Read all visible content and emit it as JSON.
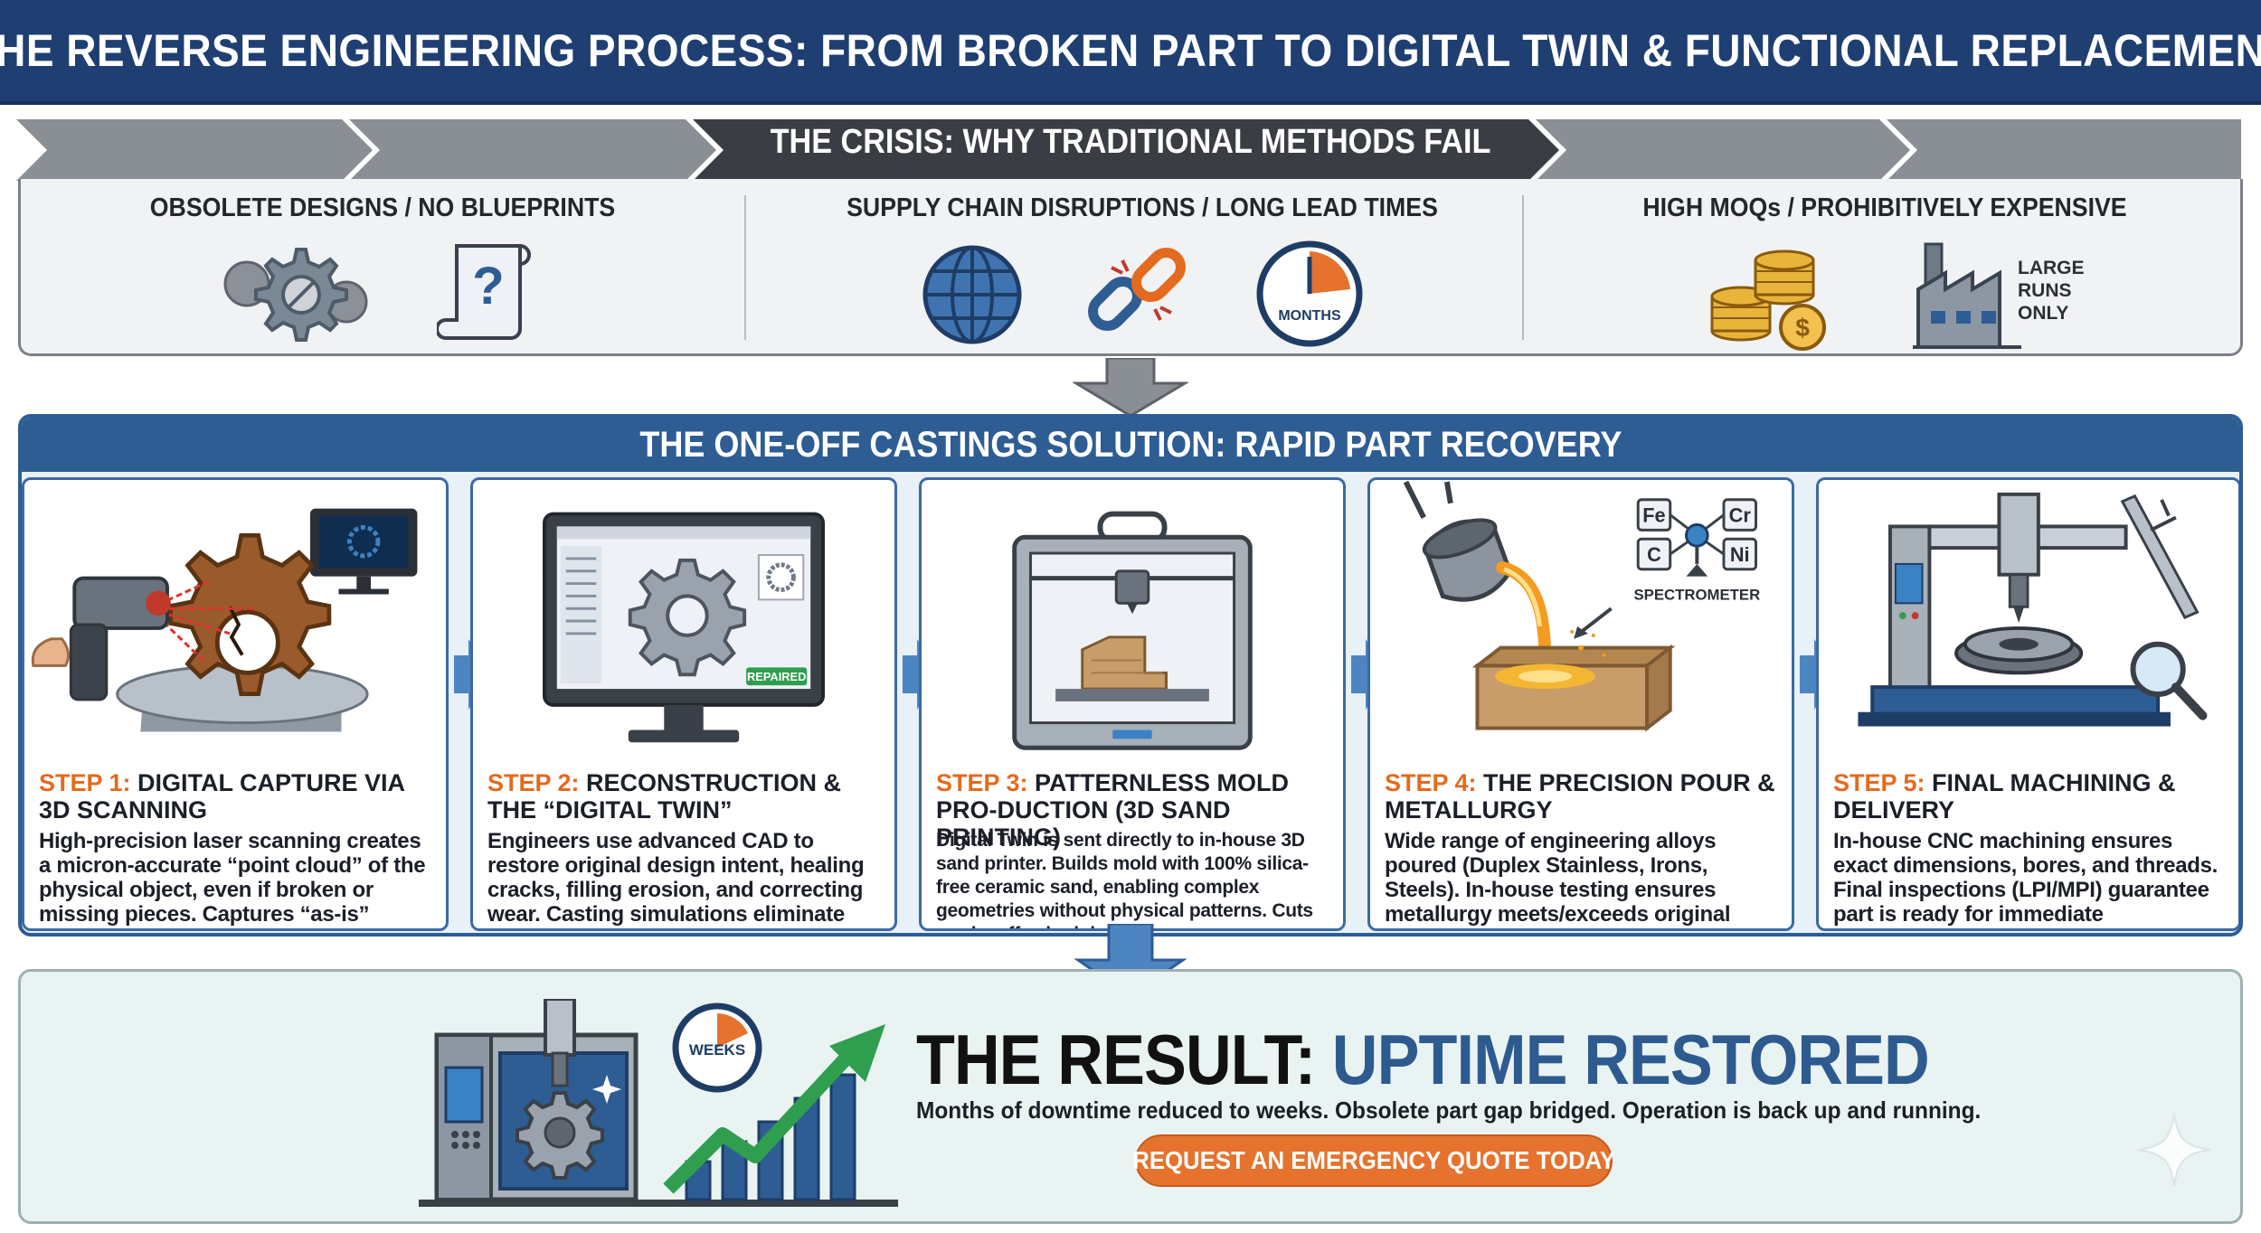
{
  "header": {
    "title": "THE REVERSE ENGINEERING PROCESS: FROM BROKEN PART TO DIGITAL TWIN & FUNCTIONAL REPLACEMENT"
  },
  "crisis": {
    "title": "THE CRISIS: WHY TRADITIONAL METHODS FAIL",
    "columns": [
      {
        "heading": "OBSOLETE DESIGNS / NO BLUEPRINTS",
        "icons": [
          "gears-icon",
          "question-scroll-icon"
        ]
      },
      {
        "heading": "SUPPLY CHAIN DISRUPTIONS / LONG LEAD TIMES",
        "icons": [
          "globe-icon",
          "broken-chain-icon",
          "clock-icon"
        ],
        "clock_label": "MONTHS"
      },
      {
        "heading": "HIGH MOQs / PROHIBITIVELY EXPENSIVE",
        "icons": [
          "coin-stack-icon",
          "factory-icon"
        ],
        "factory_label": [
          "LARGE",
          "RUNS",
          "ONLY"
        ]
      }
    ]
  },
  "solution": {
    "title": "THE ONE-OFF CASTINGS SOLUTION: RAPID PART RECOVERY",
    "steps": [
      {
        "num": "STEP 1:",
        "title": " DIGITAL CAPTURE VIA 3D SCANNING",
        "desc": "High-precision laser scanning creates a micron-accurate “point cloud” of the physical object, even if broken or missing pieces. Captures “as-is” condition.",
        "icon": "laser-scanner-icon"
      },
      {
        "num": "STEP 2:",
        "title": " RECONSTRUCTION & THE “DIGITAL TWIN”",
        "desc": "Engineers use advanced CAD to restore original design intent, healing cracks, filling erosion, and correcting wear. Casting simulations eliminate defects.",
        "icon": "cad-monitor-icon",
        "badge": "REPAIRED"
      },
      {
        "num": "STEP 3:",
        "title": " PATTERNLESS MOLD PRO-DUCTION (3D SAND PRINTING)",
        "desc": "Digital Twin is sent directly to in-house 3D sand printer. Builds mold with 100% silica-free ceramic sand, enabling complex geometries without physical patterns. Cuts weeks off schedule.",
        "icon": "3d-printer-icon"
      },
      {
        "num": "STEP 4:",
        "title": " THE PRECISION POUR & METALLURGY",
        "desc": "Wide range of engineering alloys poured (Duplex Stainless, Irons, Steels). In-house testing ensures metallurgy meets/exceeds original specs. Superior surface finish.",
        "icon": "ladle-pour-icon",
        "elements": [
          "Fe",
          "Cr",
          "C",
          "Ni"
        ],
        "spectrometer_label": "SPECTROMETER"
      },
      {
        "num": "STEP 5:",
        "title": " FINAL MACHINING & DELIVERY",
        "desc": "In-house CNC machining ensures exact dimensions, bores, and threads. Final inspections (LPI/MPI) guarantee part is ready for immediate installation.",
        "icon": "cnc-mill-icon"
      }
    ]
  },
  "result": {
    "title_prefix": "THE RESULT: ",
    "title_highlight": "UPTIME RESTORED",
    "subtitle": "Months of downtime reduced to weeks. Obsolete part gap bridged. Operation is back up and running.",
    "cta": "REQUEST AN EMERGENCY QUOTE TODAY",
    "clock_label": "WEEKS"
  },
  "colors": {
    "navy": "#1f3f72",
    "blue": "#2e5d94",
    "orange": "#e5732e",
    "step_number": "#e36a1e",
    "grey": "#6f737a"
  }
}
